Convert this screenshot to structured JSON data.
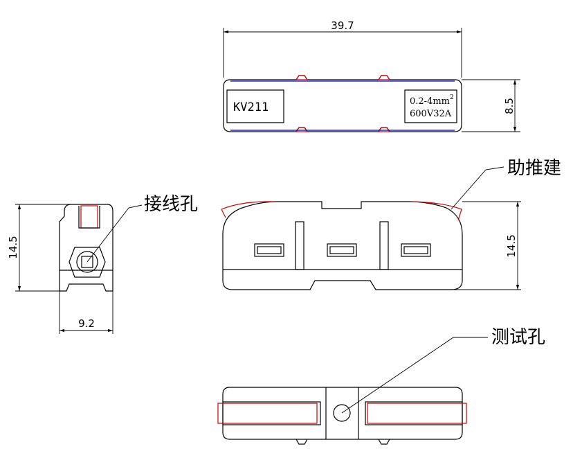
{
  "dimensions": {
    "top_width": "39.7",
    "top_height": "8.5",
    "left_height": "14.5",
    "left_width": "9.2",
    "front_height": "14.5"
  },
  "labels": {
    "wire_hole": "接线孔",
    "push_button": "助推建",
    "test_hole": "测试孔"
  },
  "markings": {
    "model": "KV211",
    "wire_range": "0.2-4mm",
    "wire_range_sup": "2",
    "rating": "600V32A"
  },
  "colors": {
    "outline": "#000000",
    "lever": "#cc0000",
    "hidden_edge": "#0000aa"
  }
}
